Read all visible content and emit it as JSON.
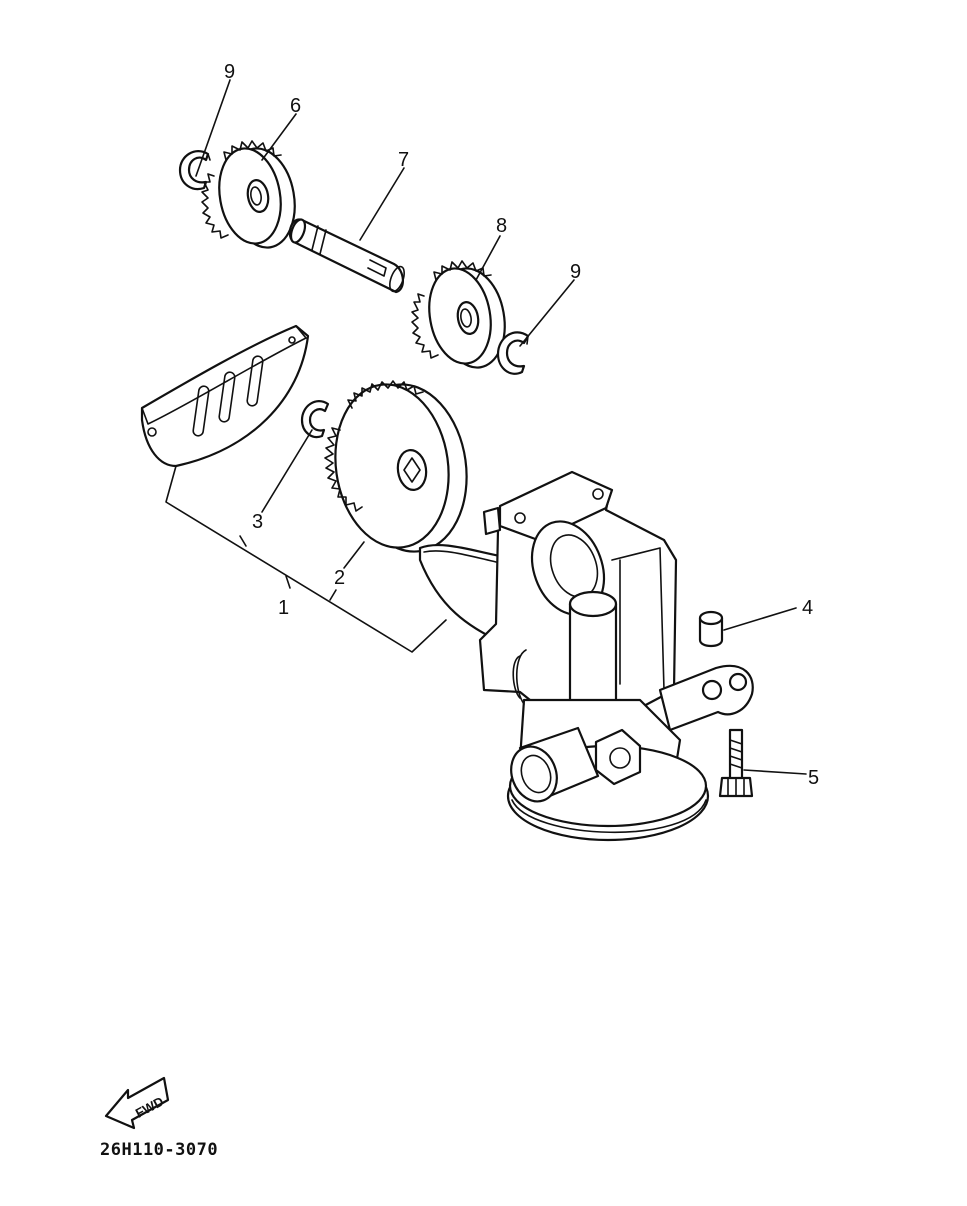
{
  "callouts": {
    "c1": "1",
    "c2": "2",
    "c3": "3",
    "c4": "4",
    "c5": "5",
    "c6": "6",
    "c7": "7",
    "c8": "8",
    "c9a": "9",
    "c9b": "9"
  },
  "fwd_arrow": {
    "label": "FWD"
  },
  "drawing_code": "26H110-3070",
  "colors": {
    "ink": "#111111",
    "paper": "#ffffff"
  }
}
